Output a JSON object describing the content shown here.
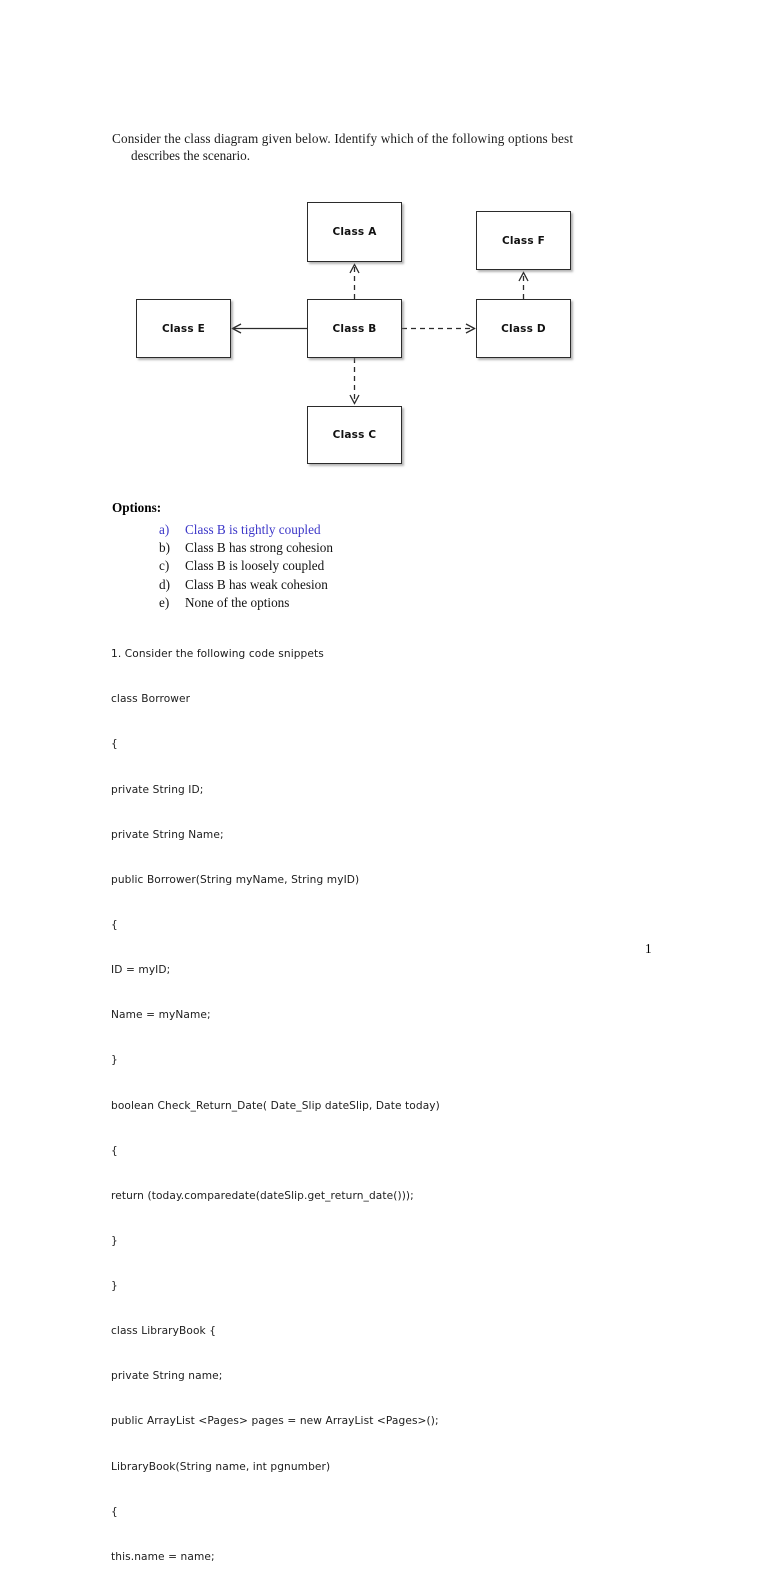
{
  "intro": {
    "line1": "Consider the class diagram given below.  Identify which of the following options best",
    "line2": "describes the scenario."
  },
  "diagram": {
    "boxes": [
      {
        "id": "A",
        "label": "Class A"
      },
      {
        "id": "F",
        "label": "Class F"
      },
      {
        "id": "E",
        "label": "Class E"
      },
      {
        "id": "B",
        "label": "Class B"
      },
      {
        "id": "D",
        "label": "Class D"
      },
      {
        "id": "C",
        "label": "Class C"
      }
    ],
    "relations": [
      {
        "from": "Class B",
        "to": "Class A",
        "style": "dashed",
        "arrow": "open",
        "direction": "up"
      },
      {
        "from": "Class B",
        "to": "Class C",
        "style": "dashed",
        "arrow": "open",
        "direction": "down"
      },
      {
        "from": "Class B",
        "to": "Class D",
        "style": "dashed",
        "arrow": "open",
        "direction": "right"
      },
      {
        "from": "Class B",
        "to": "Class E",
        "style": "solid",
        "arrow": "open",
        "direction": "left"
      },
      {
        "from": "Class D",
        "to": "Class F",
        "style": "dashed",
        "arrow": "open",
        "direction": "up"
      }
    ],
    "colors": {
      "stroke": "#2b2b2b",
      "fill": "#ffffff",
      "shadow": "#787878"
    }
  },
  "options": {
    "title": "Options:",
    "highlight_color": "#3b36c8",
    "items": [
      {
        "mark": "a)",
        "text": "Class B is tightly coupled",
        "highlighted": true
      },
      {
        "mark": "b)",
        "text": "Class B has strong cohesion",
        "highlighted": false
      },
      {
        "mark": "c)",
        "text": "Class B is loosely coupled",
        "highlighted": false
      },
      {
        "mark": "d)",
        "text": "Class B has weak cohesion",
        "highlighted": false
      },
      {
        "mark": "e)",
        "text": "None of the options",
        "highlighted": false
      }
    ]
  },
  "code": {
    "lines": [
      "1. Consider the following code snippets",
      "class Borrower",
      "{",
      "private String ID;",
      "private String Name;",
      "public Borrower(String myName, String myID)",
      "{",
      "ID = myID;",
      "Name = myName;",
      "}",
      "boolean Check_Return_Date( Date_Slip dateSlip, Date today)",
      "{",
      "return (today.comparedate(dateSlip.get_return_date()));",
      "}",
      "}",
      "class LibraryBook {",
      "private String name;",
      "public ArrayList <Pages> pages = new ArrayList <Pages>();",
      "LibraryBook(String name, int pgnumber)",
      "{",
      "this.name = name;"
    ]
  },
  "footer": {
    "page_number": "1"
  }
}
